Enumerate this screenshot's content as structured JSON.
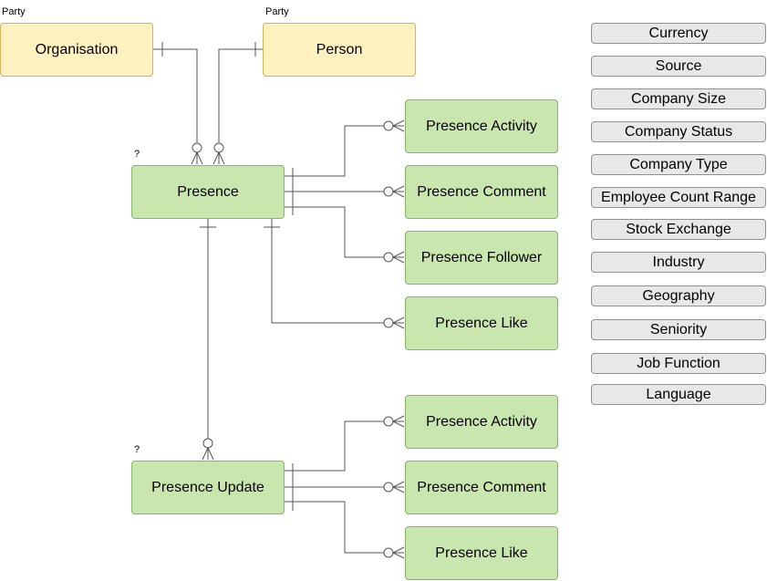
{
  "party_labels": [
    "Party",
    "Party"
  ],
  "optional_markers": [
    "?",
    "?"
  ],
  "entities": {
    "organisation": "Organisation",
    "person": "Person",
    "presence": "Presence",
    "presence_update": "Presence Update",
    "presence_children": [
      "Presence Activity",
      "Presence Comment",
      "Presence Follower",
      "Presence Like"
    ],
    "update_children": [
      "Presence Activity",
      "Presence Comment",
      "Presence Like"
    ]
  },
  "lookups": [
    "Currency",
    "Source",
    "Company Size",
    "Company Status",
    "Company Type",
    "Employee Count Range",
    "Stock Exchange",
    "Industry",
    "Geography",
    "Seniority",
    "Job Function",
    "Language"
  ],
  "colors": {
    "party_fill": "#fff2c0",
    "party_border": "#d1b45c",
    "entity_fill": "#c8e6ad",
    "entity_border": "#86b56a",
    "lookup_fill": "#e8e8e8",
    "lookup_border": "#8f8f8f",
    "line": "#555555"
  }
}
